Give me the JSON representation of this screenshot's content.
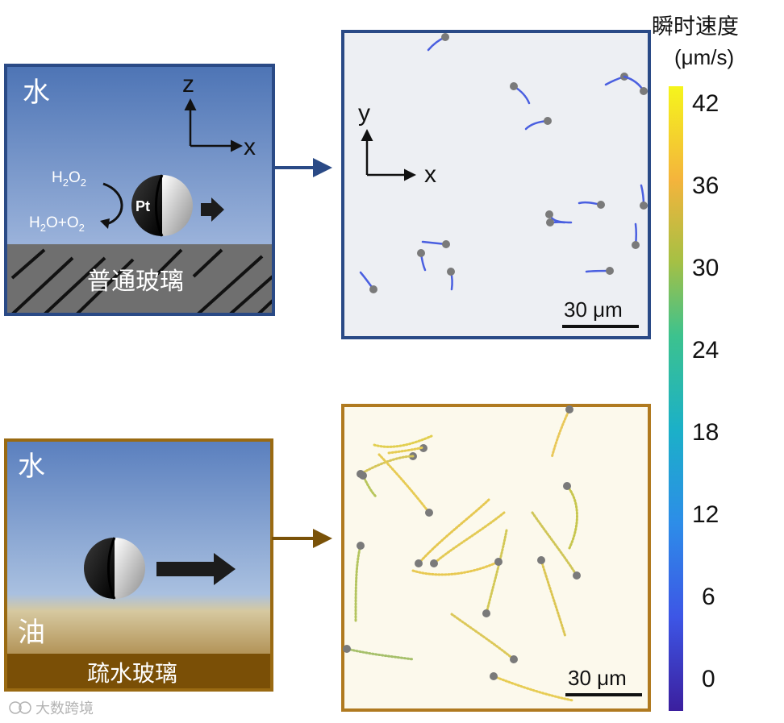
{
  "top_schematic": {
    "medium_label": "水",
    "reaction_in": "H2O2",
    "reaction_out": "H2O+O2",
    "particle_label": "Pt",
    "axis_vertical": "z",
    "axis_horizontal": "x",
    "substrate_label": "普通玻璃",
    "frame_color": "#2a4a86"
  },
  "bottom_schematic": {
    "medium_label": "水",
    "oil_label": "油",
    "substrate_label": "疏水玻璃",
    "frame_color": "#9a6a12"
  },
  "top_trajectory": {
    "axis_vertical": "y",
    "axis_horizontal": "x",
    "scalebar": "30 μm",
    "background": "#edeff3",
    "frame_color": "#2a4a86"
  },
  "bottom_trajectory": {
    "scalebar": "30 μm",
    "background": "#fcf9ec",
    "frame_color": "#b07a20"
  },
  "colorbar": {
    "title_line1": "瞬时速度",
    "title_line2": "(μm/s)",
    "ticks": [
      "42",
      "36",
      "30",
      "24",
      "18",
      "12",
      "6",
      "0"
    ],
    "min": 0,
    "max": 45
  },
  "watermark": "大数跨境"
}
